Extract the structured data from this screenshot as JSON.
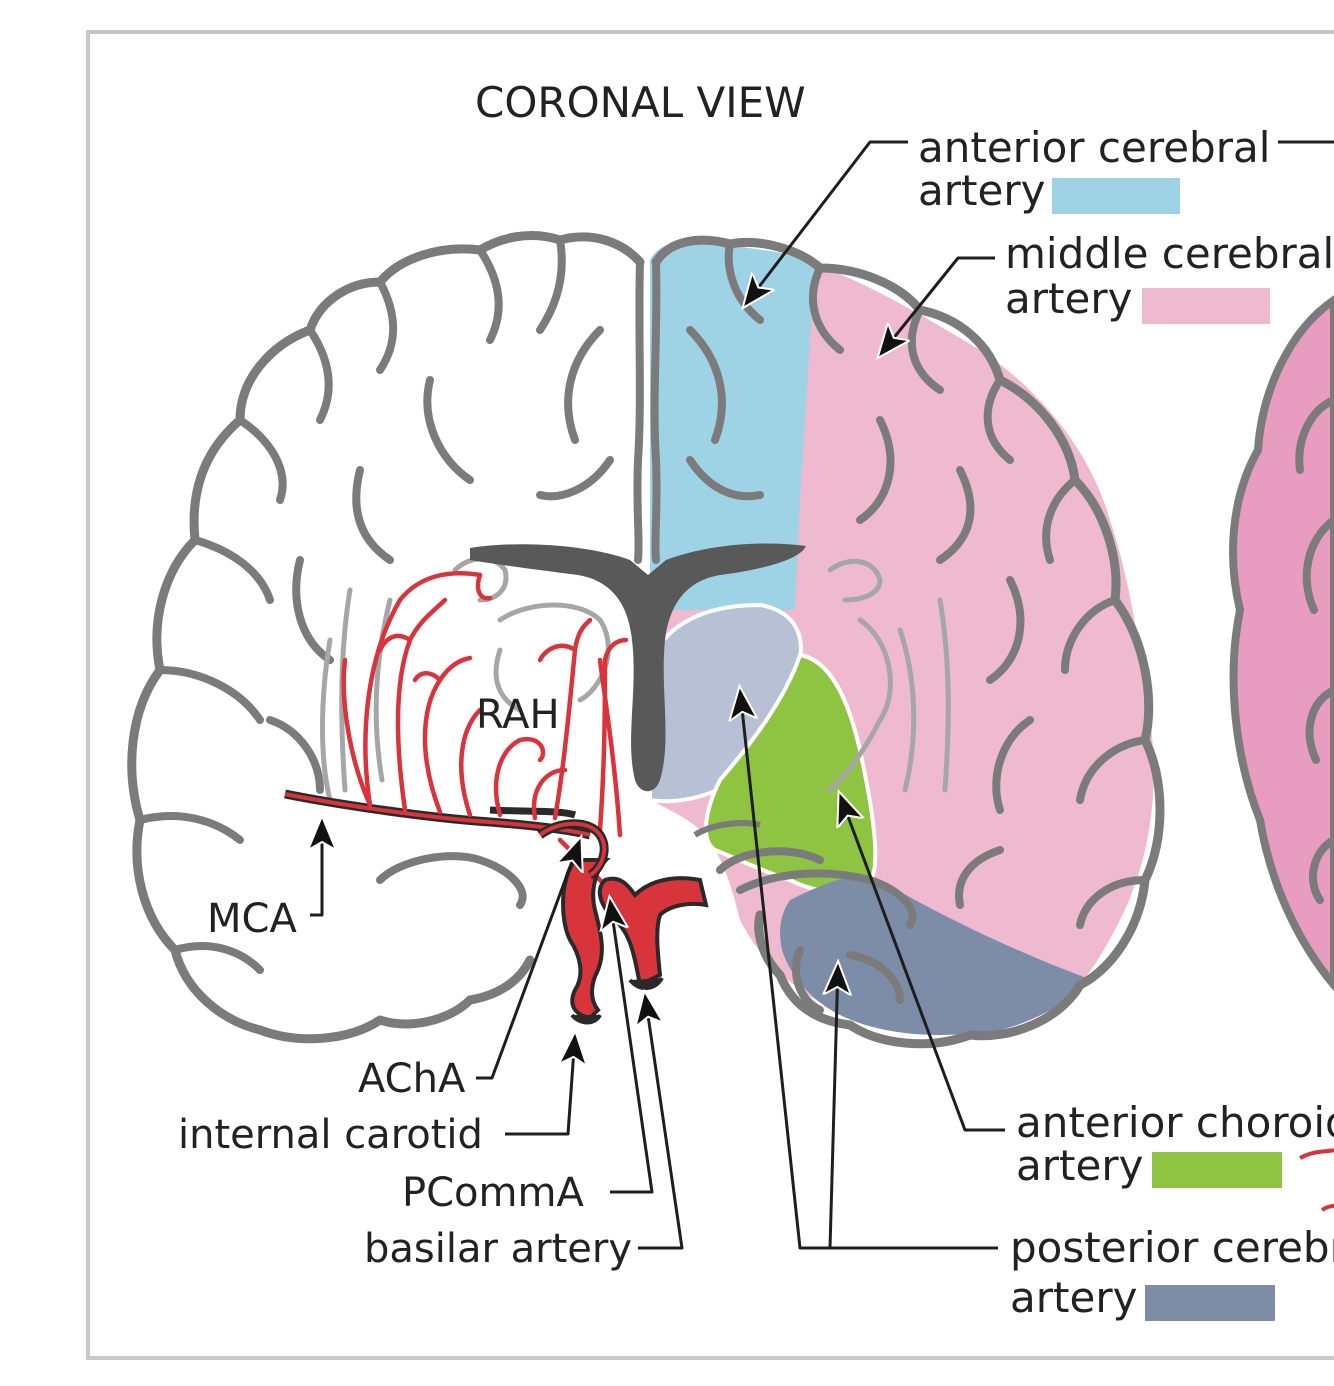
{
  "title": "CORONAL VIEW",
  "colors": {
    "aca": "#9ed3e6",
    "mca": "#efbacf",
    "acha": "#8fc442",
    "pca": "#7d8da8",
    "thalamus": "#b7c0d5",
    "vessel_red": "#d8343c",
    "outline_gray": "#7b7b7b",
    "ventricle": "#595959",
    "frame": "#c8c8c8"
  },
  "legend": {
    "aca": {
      "line1": "anterior cerebral",
      "line2": "artery",
      "swatch_color": "#9ed3e6"
    },
    "mca": {
      "line1": "middle cerebral",
      "line2": "artery",
      "swatch_color": "#efbacf"
    },
    "acha": {
      "line1": "anterior choroid",
      "line2": "artery",
      "swatch_color": "#8fc442"
    },
    "pca": {
      "line1": "posterior cerebr",
      "line2": "artery",
      "swatch_color": "#7d8da8"
    }
  },
  "labels": {
    "rah": "RAH",
    "mca": "MCA",
    "acha": "AChA",
    "internal_carotid": "internal carotid",
    "pcomma": "PCommA",
    "basilar": "basilar artery"
  }
}
